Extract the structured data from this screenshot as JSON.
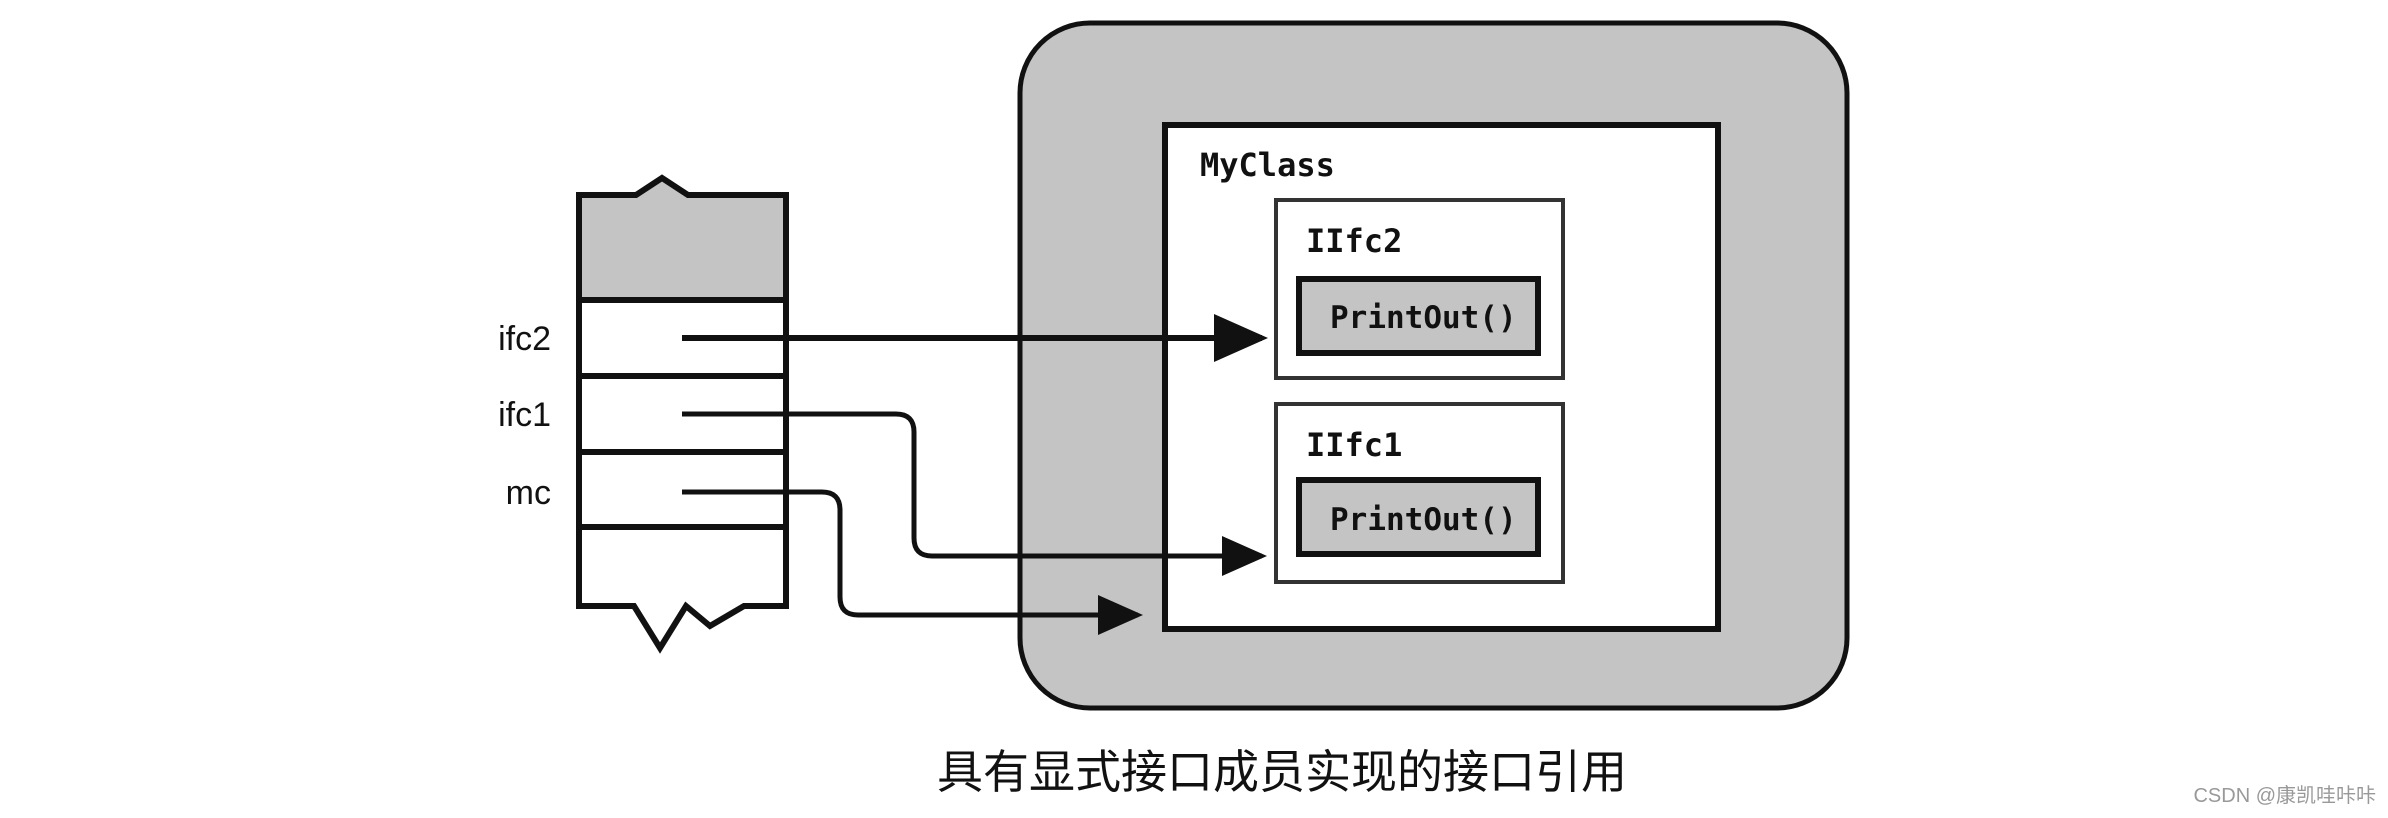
{
  "diagram": {
    "class_box": {
      "title": "MyClass"
    },
    "interfaces": [
      {
        "name": "IIfc2",
        "method": "PrintOut()"
      },
      {
        "name": "IIfc1",
        "method": "PrintOut()"
      }
    ],
    "stack_variables": [
      "ifc2",
      "ifc1",
      "mc"
    ],
    "caption": "具有显式接口成员实现的接口引用",
    "watermark": "CSDN @康凯哇咔咔",
    "colors": {
      "gray_fill": "#c4c4c4",
      "stroke": "#111111"
    }
  }
}
